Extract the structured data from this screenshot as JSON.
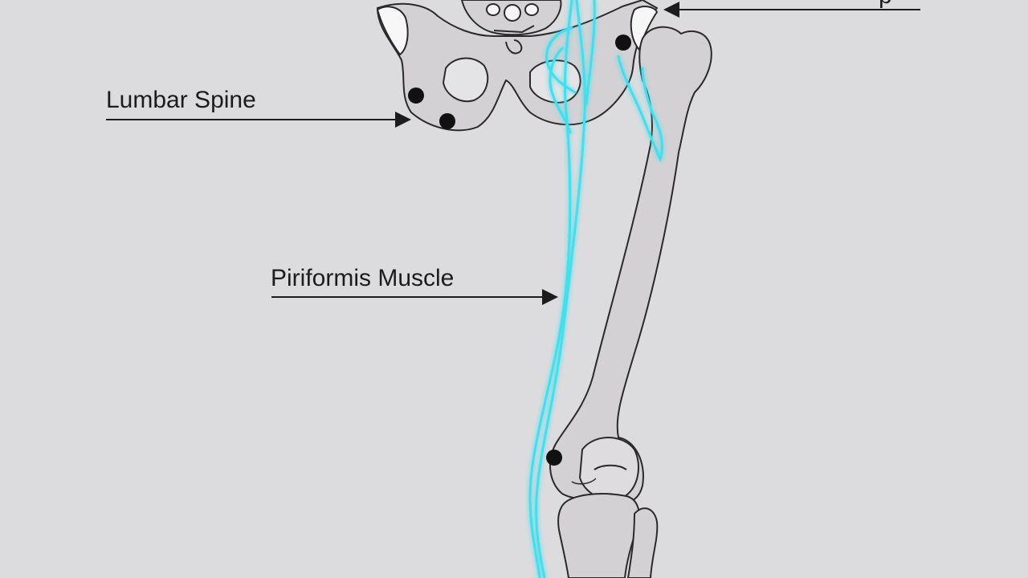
{
  "labels": {
    "lumbar_spine": "Lumbar Spine",
    "piriformis_muscle": "Piriformis Muscle",
    "top_right_partial": "p"
  },
  "colors": {
    "background": "#dcdcde",
    "bone_fill": "#d3d1d3",
    "outline": "#2a2a2a",
    "nerve": "#3fe0ee",
    "marker": "#111111"
  }
}
